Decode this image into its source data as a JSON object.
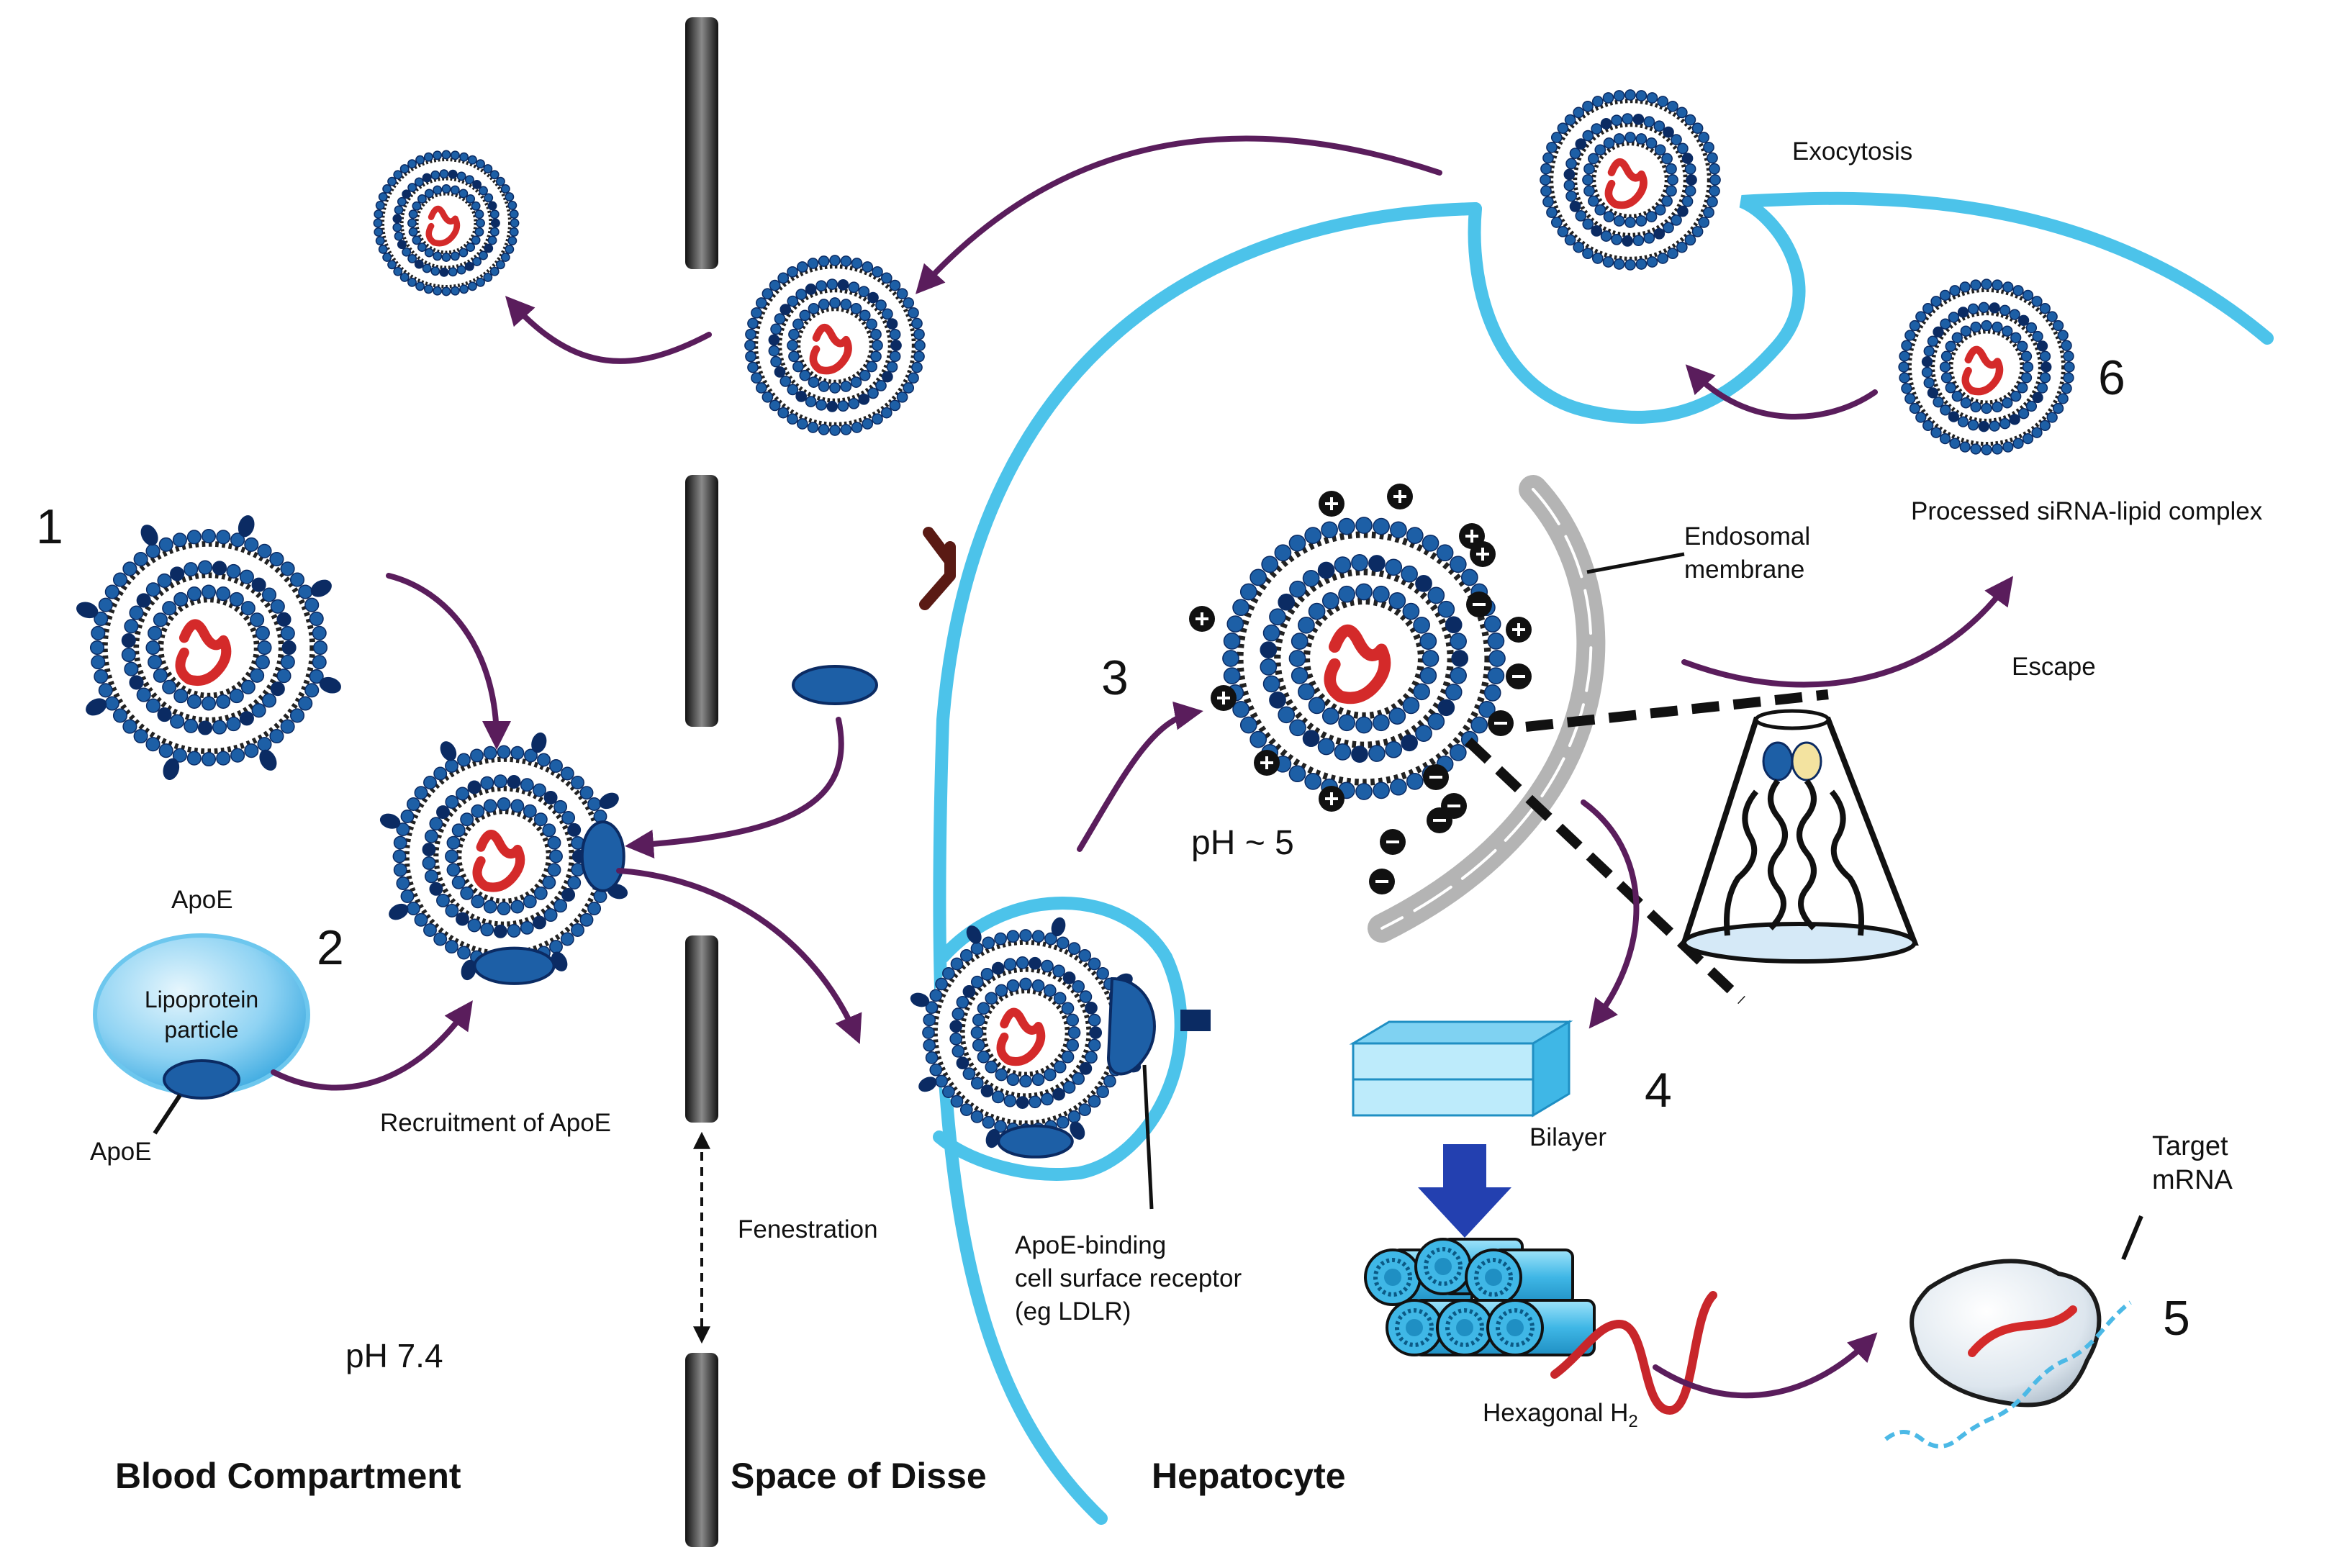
{
  "colors": {
    "membrane": "#4cc3ea",
    "arrow": "#5a1d5c",
    "particle_blue": "#1d5fa6",
    "particle_dark": "#0b2b63",
    "sirna": "#d42a2a",
    "endosome": "#b4b4b4",
    "fenestration": "#1b1b1b",
    "receptor_y": "#5a1a14"
  },
  "regions": {
    "blood": "Blood Compartment",
    "disse": "Space of Disse",
    "hepatocyte": "Hepatocyte"
  },
  "steps": {
    "s1": "1",
    "s2": "2",
    "s3": "3",
    "s4": "4",
    "s5": "5",
    "s6": "6"
  },
  "labels": {
    "exocytosis": "Exocytosis",
    "processed": "Processed siRNA-lipid complex",
    "endosomal_1": "Endosomal",
    "endosomal_2": "membrane",
    "escape": "Escape",
    "ph5": "pH ~ 5",
    "apoe_top": "ApoE",
    "lipoprotein_1": "Lipoprotein",
    "lipoprotein_2": "particle",
    "apoe_bottom": "ApoE",
    "recruitment": "Recruitment of ApoE",
    "fenestration": "Fenestration",
    "receptor_1": "ApoE-binding",
    "receptor_2": "cell surface receptor",
    "receptor_3": "(eg LDLR)",
    "ph74": "pH 7.4",
    "bilayer": "Bilayer",
    "hexagonal": "Hexagonal H",
    "hexagonal_sub": "2",
    "target_1": "Target",
    "target_2": "mRNA"
  }
}
